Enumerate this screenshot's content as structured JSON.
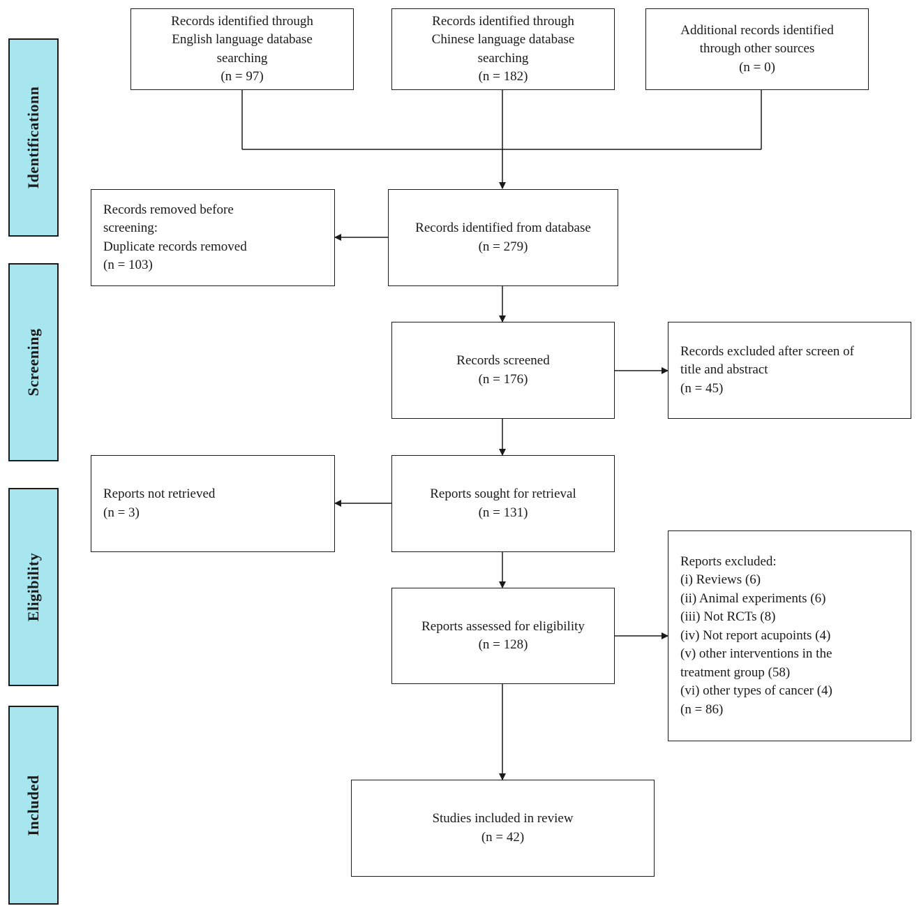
{
  "phases": {
    "identification": "Identificationn",
    "screening": "Screening",
    "eligibility": "Eligibility",
    "included": "Included"
  },
  "boxes": {
    "english_db": {
      "lines": [
        "Records identified through",
        "English language database",
        "searching",
        "(n = 97)"
      ]
    },
    "chinese_db": {
      "lines": [
        "Records identified through",
        "Chinese language database",
        "searching",
        "(n = 182)"
      ]
    },
    "other_sources": {
      "lines": [
        "Additional records identified",
        "through other sources",
        "(n = 0)"
      ]
    },
    "identified_db": {
      "lines": [
        "Records identified from database",
        "(n = 279)"
      ]
    },
    "removed_before_screening": {
      "lines": [
        "Records removed before",
        "screening:",
        "Duplicate records removed",
        "(n = 103)"
      ]
    },
    "screened": {
      "lines": [
        "Records screened",
        "(n = 176)"
      ]
    },
    "excluded_title_abstract": {
      "lines": [
        "Records excluded after screen of",
        "title and abstract",
        "(n = 45)"
      ]
    },
    "sought_retrieval": {
      "lines": [
        "Reports sought for retrieval",
        "(n = 131)"
      ]
    },
    "not_retrieved": {
      "lines": [
        "Reports not retrieved",
        "(n = 3)"
      ]
    },
    "assessed_eligibility": {
      "lines": [
        "Reports assessed for eligibility",
        "(n = 128)"
      ]
    },
    "reports_excluded": {
      "lines": [
        "Reports excluded:",
        "(i) Reviews (6)",
        "(ii) Animal experiments (6)",
        "(iii) Not RCTs (8)",
        "(iv) Not report acupoints (4)",
        "(v) other interventions in the",
        "treatment group (58)",
        "(vi) other types of cancer (4)",
        "(n = 86)"
      ]
    },
    "included_review": {
      "lines": [
        "Studies included in review",
        "(n = 42)"
      ]
    }
  }
}
